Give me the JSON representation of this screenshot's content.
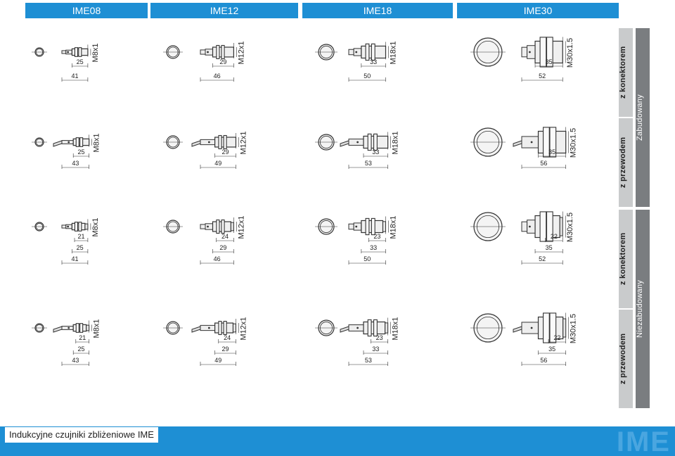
{
  "headers": [
    "IME08",
    "IME12",
    "IME18",
    "IME30"
  ],
  "side": {
    "outer_top": "Zabudowany",
    "outer_bottom": "Niezabudowany",
    "rows": [
      "z konektorem",
      "z przewodem",
      "z konektorem",
      "z przewodem"
    ]
  },
  "footer": {
    "title": "Indukcyjne czujniki zbliżeniowe IME",
    "watermark": "IME"
  },
  "colors": {
    "accent": "#1e8fd4",
    "line": "#333333",
    "panel_light": "#c9cbcc",
    "panel_dark": "#7a7d80"
  },
  "sensors": [
    {
      "model": "IME08",
      "mount": "Zabudowany",
      "conn": "z konektorem",
      "thread": "M8x1",
      "dims": [
        "25",
        "41"
      ]
    },
    {
      "model": "IME12",
      "mount": "Zabudowany",
      "conn": "z konektorem",
      "thread": "M12x1",
      "dims": [
        "29",
        "46"
      ]
    },
    {
      "model": "IME18",
      "mount": "Zabudowany",
      "conn": "z konektorem",
      "thread": "M18x1",
      "dims": [
        "33",
        "50"
      ]
    },
    {
      "model": "IME30",
      "mount": "Zabudowany",
      "conn": "z konektorem",
      "thread": "M30x1.5",
      "dims": [
        "35",
        "52"
      ]
    },
    {
      "model": "IME08",
      "mount": "Zabudowany",
      "conn": "z przewodem",
      "thread": "M8x1",
      "dims": [
        "25",
        "43"
      ]
    },
    {
      "model": "IME12",
      "mount": "Zabudowany",
      "conn": "z przewodem",
      "thread": "M12x1",
      "dims": [
        "29",
        "49"
      ]
    },
    {
      "model": "IME18",
      "mount": "Zabudowany",
      "conn": "z przewodem",
      "thread": "M18x1",
      "dims": [
        "33",
        "53"
      ]
    },
    {
      "model": "IME30",
      "mount": "Zabudowany",
      "conn": "z przewodem",
      "thread": "M30x1.5",
      "dims": [
        "35",
        "56"
      ]
    },
    {
      "model": "IME08",
      "mount": "Niezabudowany",
      "conn": "z konektorem",
      "thread": "M8x1",
      "dims": [
        "21",
        "25",
        "41"
      ]
    },
    {
      "model": "IME12",
      "mount": "Niezabudowany",
      "conn": "z konektorem",
      "thread": "M12x1",
      "dims": [
        "24",
        "29",
        "46"
      ]
    },
    {
      "model": "IME18",
      "mount": "Niezabudowany",
      "conn": "z konektorem",
      "thread": "M18x1",
      "dims": [
        "23",
        "33",
        "50"
      ]
    },
    {
      "model": "IME30",
      "mount": "Niezabudowany",
      "conn": "z konektorem",
      "thread": "M30x1.5",
      "dims": [
        "22",
        "35",
        "52"
      ]
    },
    {
      "model": "IME08",
      "mount": "Niezabudowany",
      "conn": "z przewodem",
      "thread": "M8x1",
      "dims": [
        "21",
        "25",
        "43"
      ]
    },
    {
      "model": "IME12",
      "mount": "Niezabudowany",
      "conn": "z przewodem",
      "thread": "M12x1",
      "dims": [
        "24",
        "29",
        "49"
      ]
    },
    {
      "model": "IME18",
      "mount": "Niezabudowany",
      "conn": "z przewodem",
      "thread": "M18x1",
      "dims": [
        "23",
        "33",
        "53"
      ]
    },
    {
      "model": "IME30",
      "mount": "Niezabudowany",
      "conn": "z przewodem",
      "thread": "M30x1.5",
      "dims": [
        "22",
        "35",
        "56"
      ]
    }
  ]
}
